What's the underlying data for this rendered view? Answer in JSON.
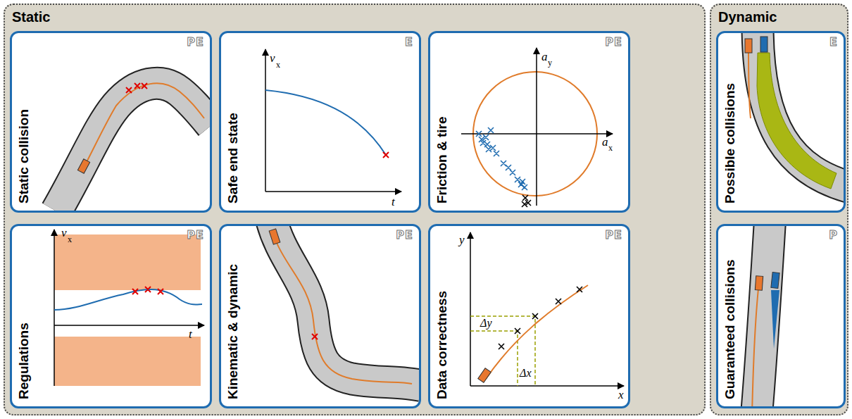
{
  "diagram": {
    "nodes": [
      {
        "text": [
          "Static"
        ]
      },
      {
        "text": [
          "Static collision",
          "PE"
        ],
        "in": 0
      },
      {
        "text": [
          "Safe end state",
          "E"
        ],
        "in": 0
      },
      {
        "text": [
          "Friction & tire",
          "PE"
        ],
        "in": 0
      },
      {
        "text": [
          "Regulations",
          "PE"
        ],
        "in": 0
      },
      {
        "text": [
          "Kinematic & dynamic",
          "PE"
        ],
        "in": 0
      },
      {
        "text": [
          "Data correctness",
          "PE"
        ],
        "in": 0
      },
      {
        "text": [
          "Dynamic"
        ]
      },
      {
        "text": [
          "Possible collisions",
          "E"
        ],
        "in": 7
      },
      {
        "text": [
          "Guaranteed collisions",
          "P"
        ],
        "in": 7
      }
    ],
    "labels": [
      "v",
      "x",
      "t",
      "a",
      "y",
      "a",
      "x",
      "v",
      "x",
      "t",
      "y",
      "Δy",
      "Δx",
      "x"
    ]
  }
}
